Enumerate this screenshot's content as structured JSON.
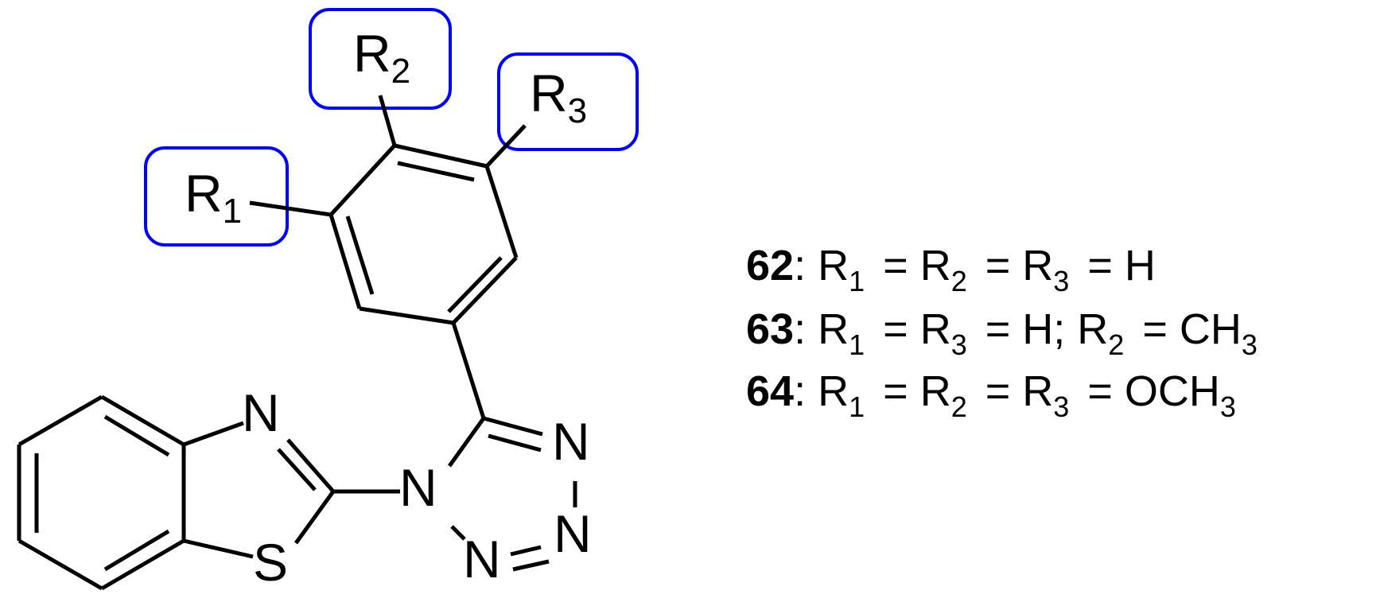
{
  "colors": {
    "structure": "#000000",
    "highlight_box": "#0000ff",
    "background": "#ffffff"
  },
  "atoms": {
    "r1": {
      "symbol": "R",
      "sub": "1"
    },
    "r2": {
      "symbol": "R",
      "sub": "2"
    },
    "r3": {
      "symbol": "R",
      "sub": "3"
    },
    "n_thiazole": "N",
    "s_thiazole": "S",
    "n1_tetrazole": "N",
    "n2_tetrazole": "N",
    "n3_tetrazole": "N",
    "n4_tetrazole": "N"
  },
  "legend": {
    "entries": [
      {
        "label": "62",
        "sep": ":",
        "text": "R",
        "sub1": "1",
        "rest": "= R",
        "sub2": "2",
        "rest2": "= R",
        "sub3": "3",
        "rest3": "= H"
      },
      {
        "label": "63",
        "sep": ":",
        "text": "R",
        "sub1": "1",
        "rest": "= R",
        "sub2": "3",
        "rest2": "= H; R",
        "sub3": "2",
        "rest3": "= CH",
        "sub4": "3"
      },
      {
        "label": "64",
        "sep": ":",
        "text": "R",
        "sub1": "1",
        "rest": "= R",
        "sub2": "2",
        "rest2": "= R",
        "sub3": "3",
        "rest3": "= OCH",
        "sub4": "3"
      }
    ]
  }
}
